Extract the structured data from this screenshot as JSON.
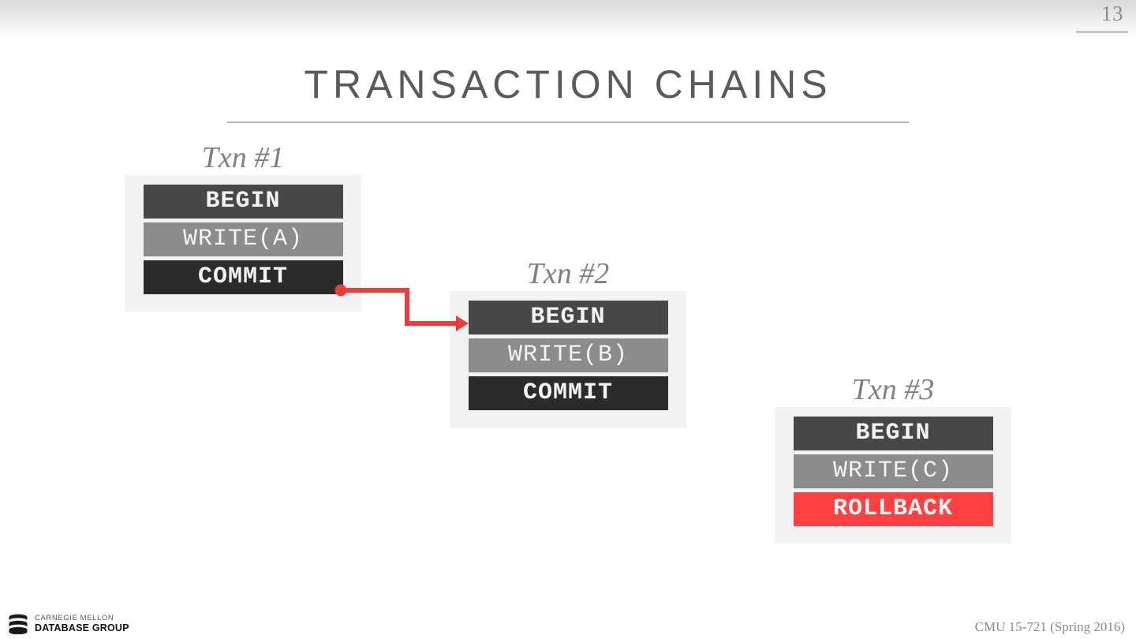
{
  "slide": {
    "page_number": "13",
    "title": "TRANSACTION CHAINS",
    "background_color": "#ffffff"
  },
  "transactions": [
    {
      "label": "Txn #1",
      "statements": [
        {
          "text": "BEGIN",
          "kind": "begin",
          "color": "#474747"
        },
        {
          "text": "WRITE(A)",
          "kind": "write",
          "color": "#8c8c8c"
        },
        {
          "text": "COMMIT",
          "kind": "commit",
          "color": "#2b2b2b"
        }
      ]
    },
    {
      "label": "Txn #2",
      "statements": [
        {
          "text": "BEGIN",
          "kind": "begin",
          "color": "#474747"
        },
        {
          "text": "WRITE(B)",
          "kind": "write",
          "color": "#8c8c8c"
        },
        {
          "text": "COMMIT",
          "kind": "commit",
          "color": "#2b2b2b"
        }
      ]
    },
    {
      "label": "Txn #3",
      "statements": [
        {
          "text": "BEGIN",
          "kind": "begin",
          "color": "#474747"
        },
        {
          "text": "WRITE(C)",
          "kind": "write",
          "color": "#8c8c8c"
        },
        {
          "text": "ROLLBACK",
          "kind": "rollback",
          "color": "#fb4141"
        }
      ]
    }
  ],
  "connector": {
    "color": "#ef3b3b",
    "from": "txn1-commit",
    "to": "txn2-begin"
  },
  "footer": {
    "logo_line1": "CARNEGIE MELLON",
    "logo_line2": "DATABASE GROUP",
    "course": "CMU 15-721 (Spring 2016)"
  }
}
